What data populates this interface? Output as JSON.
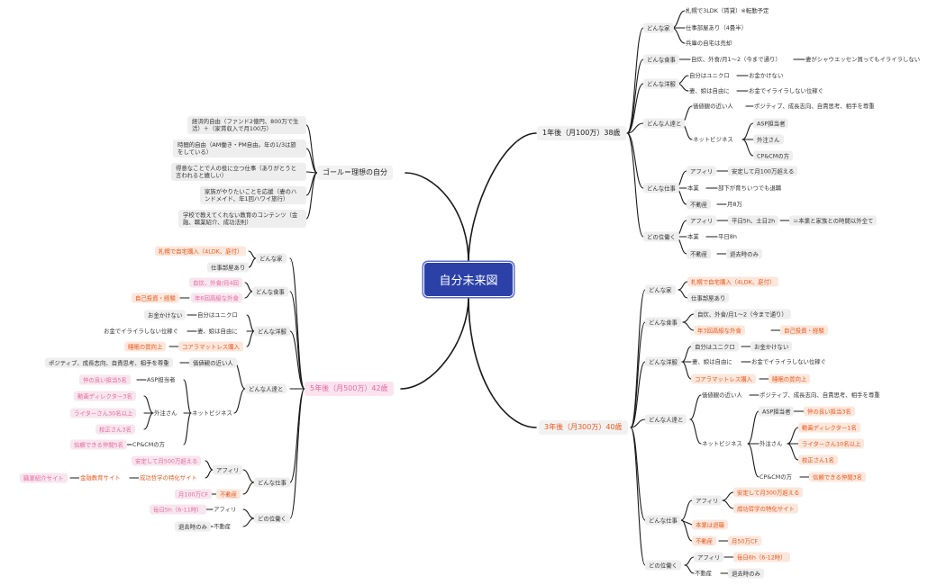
{
  "root": "自分未来図",
  "goal": {
    "title": "ゴール＝理想の自分",
    "items": [
      "経済的自由（ファンド2億円、800万で生活）＋（家賃収入で月100万）",
      "時間的自由（AM働き・PM自由。年の1/3は旅をしている）",
      "得意なことで人の役に立つ仕事（ありがとうと言われると嬉しい）",
      "家族がやりたいことを応援（妻のハンドメイド、年1回ハワイ旅行）",
      "学校で教えてくれない教育のコンテンツ（金融、職業紹介、成功法則）"
    ]
  },
  "y1": {
    "title": "1年後（月100万）38歳",
    "house": {
      "label": "どんな家",
      "items": [
        "札幌で3LDK（賃貸）※転勤予定",
        "仕事部屋あり（4畳半）",
        "兵庫の自宅は売却"
      ]
    },
    "food": {
      "label": "どんな食事",
      "item": "自炊、外食/月1～2（今まで通り）",
      "sub": "妻がシャウエッセン買ってもイライラしない"
    },
    "clothes": {
      "label": "どんな洋服",
      "items": [
        "自分はユニクロ",
        "妻、娘は自由に"
      ],
      "subs": [
        "お金かけない",
        "お金でイライラしない位稼ぐ"
      ]
    },
    "people": {
      "label": "どんな人達と",
      "values": "価値観の近い人",
      "values_sub": "ポジティブ、成長志向、自責思考、相手を尊重",
      "net": "ネットビジネス",
      "net_items": [
        "ASP担当者",
        "外注さん",
        "CP&CMの方"
      ]
    },
    "work": {
      "label": "どんな仕事",
      "items": [
        "アフィリ",
        "本業",
        "不動産"
      ],
      "subs": [
        "安定して月100万超える",
        "部下が育ちいつでも退職",
        "月8万"
      ]
    },
    "hours": {
      "label": "どの位働く",
      "items": [
        "アフィリ",
        "本業",
        "不動産"
      ],
      "subs": [
        "平日5h、土日2h",
        "平日8h",
        "退去時のみ"
      ],
      "sub2": "＝本業と家族との時間以外全て"
    }
  },
  "y3": {
    "title": "3年後（月300万）40歳",
    "house": {
      "label": "どんな家",
      "items": [
        "札幌で自宅購入（4LDK、庭付）",
        "仕事部屋あり"
      ]
    },
    "food": {
      "label": "どんな食事",
      "items": [
        "自炊、外食/月1～2（今まで通り）",
        "年3回高級な外食"
      ],
      "sub": "自己投資・経験"
    },
    "clothes": {
      "label": "どんな洋服",
      "items": [
        "自分はユニクロ",
        "妻、娘は自由に",
        "コアラマットレス購入"
      ],
      "subs": [
        "お金かけない",
        "お金でイライラしない位稼ぐ",
        "睡眠の質向上"
      ]
    },
    "people": {
      "label": "どんな人達と",
      "values": "価値観の近い人",
      "values_sub": "ポジティブ、成長志向、自責思考、相手を尊重",
      "net": "ネットビジネス",
      "asp": "ASP担当者",
      "asp_sub": "仲の良い担当3名",
      "gaichu": "外注さん",
      "gaichu_items": [
        "動画ディレクター1名",
        "ライターさん10名以上",
        "校正さん1名"
      ],
      "cp": "CP&CMの方",
      "cp_sub": "信頼できる仲間3名"
    },
    "work": {
      "label": "どんな仕事",
      "affili": "アフィリ",
      "affili_items": [
        "安定して月300万超える",
        "成功哲学の特化サイト"
      ],
      "honsyo": "本業は退職",
      "fudosan": "不動産",
      "fudosan_sub": "月50万CF"
    },
    "hours": {
      "label": "どの位働く",
      "affili": "アフィリ",
      "affili_sub": "毎日6h（6-12時）",
      "fudosan": "不動産",
      "fudosan_sub": "退去時のみ"
    }
  },
  "y5": {
    "title": "5年後（月500万）42歳",
    "house": {
      "label": "どんな家",
      "items": [
        "札幌で自宅購入（4LDK、庭付）",
        "仕事部屋あり"
      ]
    },
    "food": {
      "label": "どんな食事",
      "item": "自炊、外食/月4回",
      "item2": "年6回高級な外食",
      "sub2": "自己投資・経験"
    },
    "clothes": {
      "label": "どんな洋服",
      "items": [
        "自分はユニクロ",
        "妻、娘は自由に",
        "コアラマットレス購入"
      ],
      "subs": [
        "お金かけない",
        "お金でイライラしない位稼ぐ",
        "睡眠の質向上"
      ]
    },
    "people": {
      "label": "どんな人達と",
      "values": "価値観の近い人",
      "values_sub": "ポジティブ、成長志向、自責思考、相手を尊重",
      "net": "ネットビジネス",
      "asp": "ASP担当者",
      "asp_sub": "仲の良い担当5名",
      "gaichu": "外注さん",
      "gaichu_items": [
        "動画ディレクター3名",
        "ライターさん30名以上",
        "校正さん3名"
      ],
      "cp": "CP&CMの方",
      "cp_sub": "信頼できる仲間5名"
    },
    "work": {
      "label": "どんな仕事",
      "affili": "アフィリ",
      "affili_items": [
        "安定して月500万超える",
        "成功哲学の特化サイト"
      ],
      "affili_sub": "金融教育サイト",
      "affili_sub2": "職業紹介サイト",
      "fudosan": "不動産",
      "fudosan_sub": "月100万CF"
    },
    "hours": {
      "label": "どの位働く",
      "affili": "アフィリ",
      "affili_sub": "毎日5h（6-11時）",
      "fudosan": "不動産",
      "fudosan_sub": "退去時のみ"
    }
  }
}
